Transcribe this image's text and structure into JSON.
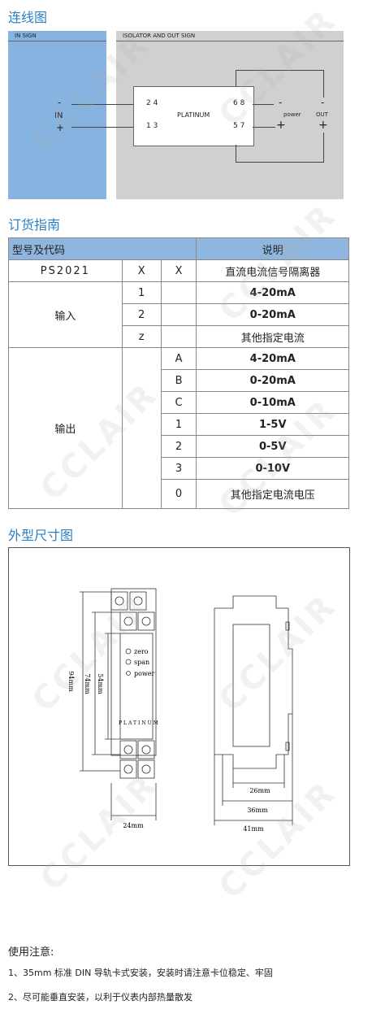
{
  "watermark": "CCLAIR",
  "sections": {
    "wiring_title": "连线图",
    "order_title": "订货指南",
    "dimension_title": "外型尺寸图"
  },
  "wiring": {
    "in_panel_label": "IN SIGN",
    "iso_panel_label": "ISOLATOR AND OUT SIGN",
    "in_label": "IN",
    "in_minus": "-",
    "in_plus": "+",
    "pins_top_left": "2 4",
    "pins_bottom_left": "1 3",
    "module_label": "PLATINUM",
    "pins_top_right": "6 8",
    "pins_bottom_right": "5 7",
    "power_label": "power",
    "power_minus": "-",
    "power_plus": "+",
    "out_label": "OUT",
    "out_minus": "-",
    "out_plus": "+"
  },
  "order_table": {
    "header": [
      "型号及代码",
      "说明"
    ],
    "model_row": [
      "PS2021",
      "X",
      "X",
      "直流电流信号隔离器"
    ],
    "input_label": "输入",
    "input_rows": [
      {
        "code": "1",
        "desc": "4-20mA",
        "bold": true
      },
      {
        "code": "2",
        "desc": "0-20mA",
        "bold": true
      },
      {
        "code": "z",
        "desc": "其他指定电流",
        "bold": false
      }
    ],
    "output_label": "输出",
    "output_rows": [
      {
        "code": "A",
        "desc": "4-20mA",
        "bold": true
      },
      {
        "code": "B",
        "desc": "0-20mA",
        "bold": true
      },
      {
        "code": "C",
        "desc": "0-10mA",
        "bold": true
      },
      {
        "code": "1",
        "desc": "1-5V",
        "bold": true
      },
      {
        "code": "2",
        "desc": "0-5V",
        "bold": true
      },
      {
        "code": "3",
        "desc": "0-10V",
        "bold": true
      },
      {
        "code": "0",
        "desc": "其他指定电流电压",
        "bold": false
      }
    ]
  },
  "dimensions": {
    "front_labels": {
      "zero": "zero",
      "span": "span",
      "power": "power",
      "brand": "PLATINUM"
    },
    "height_94": "94mm",
    "height_74": "74mm",
    "height_54": "54mm",
    "width_24": "24mm",
    "depth_26": "26mm",
    "depth_36": "36mm",
    "depth_41": "41mm"
  },
  "notes": {
    "title": "使用注意:",
    "items": [
      "1、35mm 标准 DIN 导轨卡式安装，安装时请注意卡位稳定、牢固",
      "2、尽可能垂直安装，以利于仪表内部热量散发"
    ]
  },
  "colors": {
    "accent": "#2b7fc4",
    "in_panel": "#86b3e0",
    "iso_panel": "#d0d0d0",
    "table_header": "#8fb6de"
  }
}
